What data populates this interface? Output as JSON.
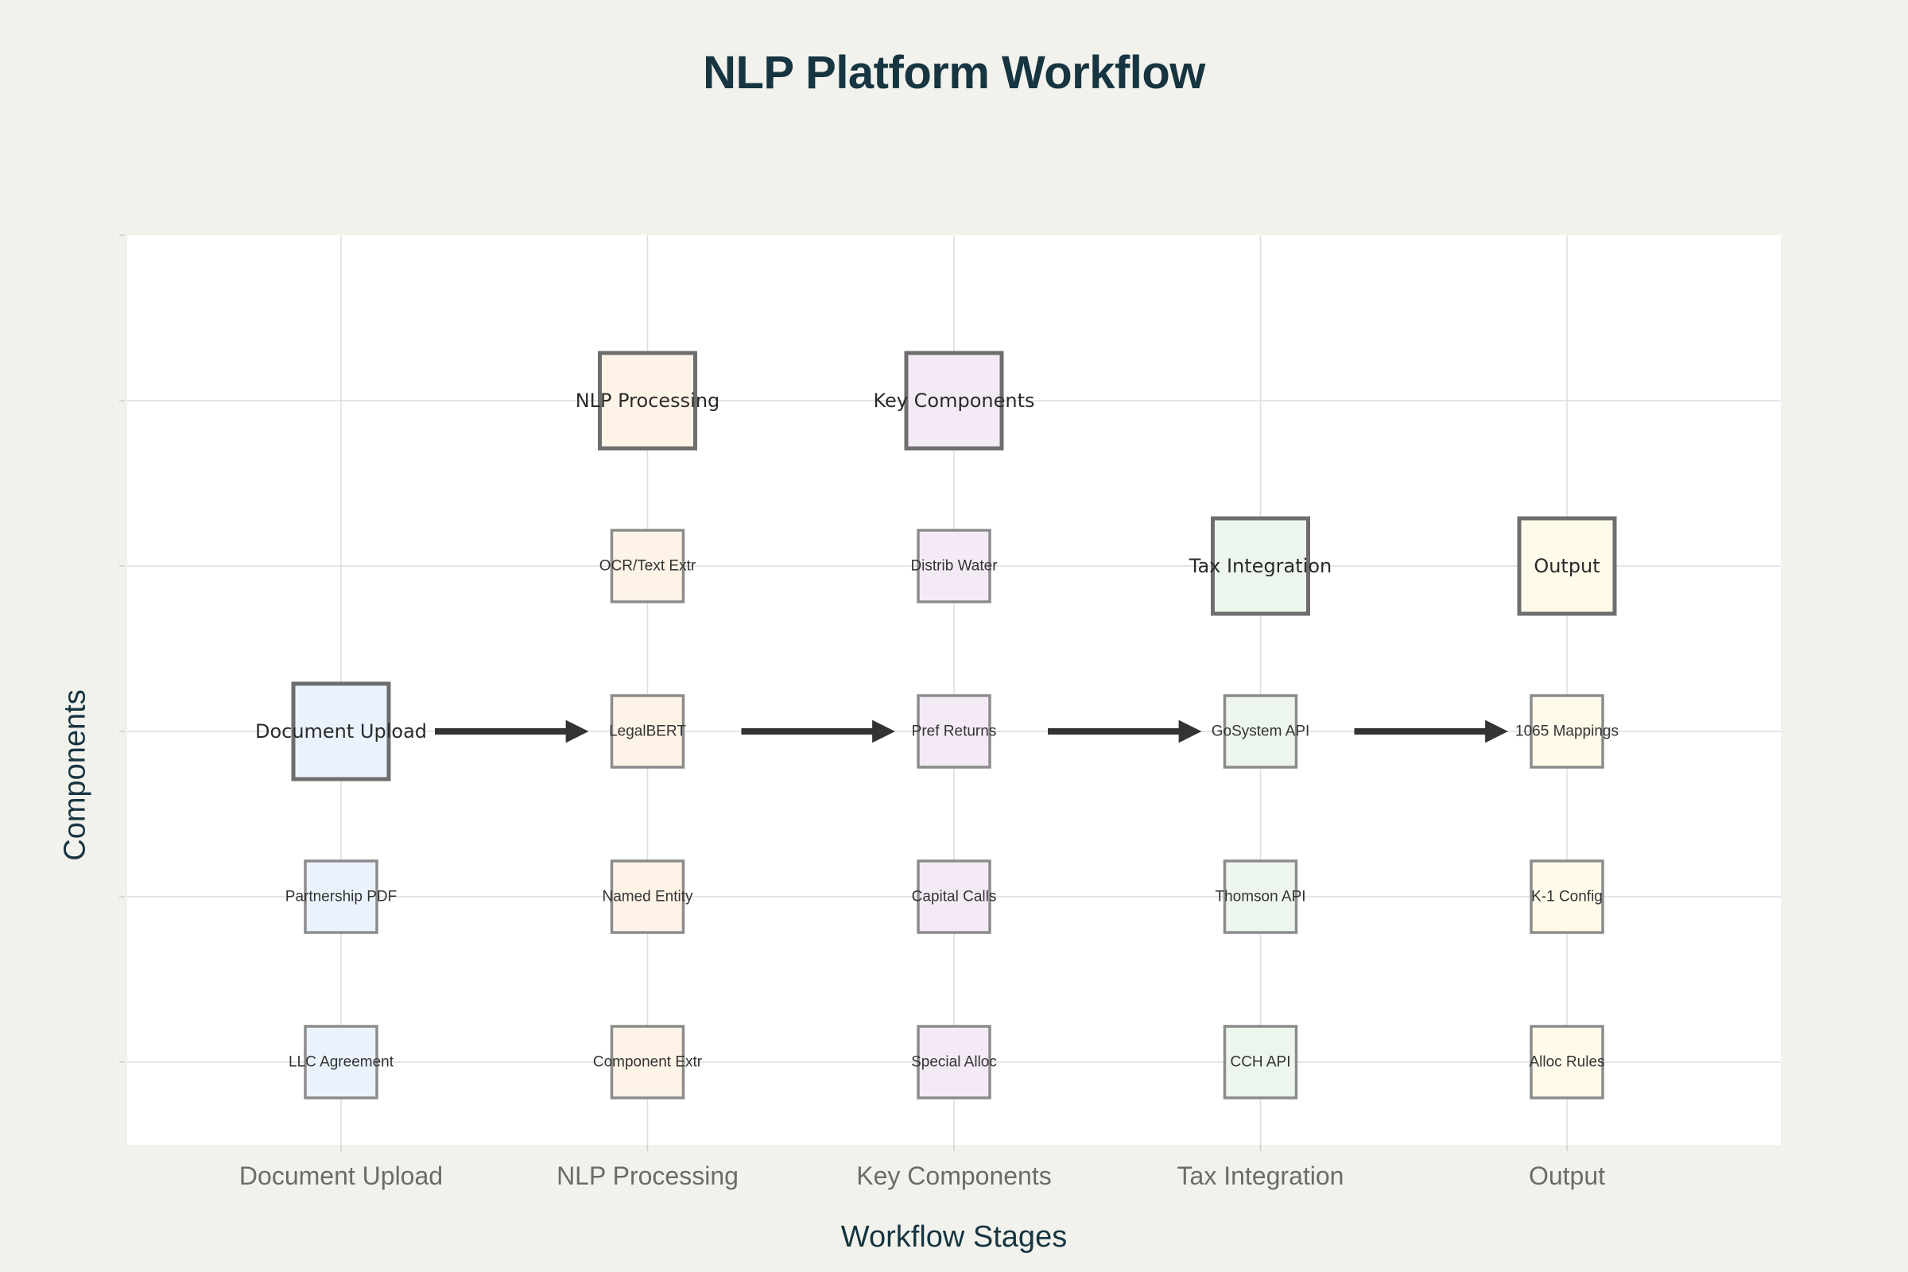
{
  "title": "NLP Platform Workflow",
  "x_axis_title": "Workflow Stages",
  "y_axis_title": "Components",
  "stages": [
    {
      "name": "Document Upload",
      "fill": "#eaf3fd",
      "components": [
        "Partnership PDF",
        "LLC Agreement"
      ]
    },
    {
      "name": "NLP Processing",
      "fill": "#fdf3e7",
      "components": [
        "OCR/Text Extr",
        "LegalBERT",
        "Named Entity",
        "Component Extr"
      ]
    },
    {
      "name": "Key Components",
      "fill": "#f4eaf6",
      "components": [
        "Distrib Water",
        "Pref Returns",
        "Capital Calls",
        "Special Alloc"
      ]
    },
    {
      "name": "Tax Integration",
      "fill": "#ecf6ec",
      "components": [
        "GoSystem API",
        "Thomson API",
        "CCH API"
      ]
    },
    {
      "name": "Output",
      "fill": "#fffaea",
      "components": [
        "1065 Mappings",
        "K-1 Config",
        "Alloc Rules"
      ]
    }
  ],
  "chart_data": {
    "type": "scatter",
    "title": "NLP Platform Workflow",
    "xlabel": "Workflow Stages",
    "ylabel": "Components",
    "categories": [
      "Document Upload",
      "NLP Processing",
      "Key Components",
      "Tax Integration",
      "Output"
    ],
    "grid": true,
    "nodes": [
      {
        "label": "Document Upload",
        "x": "Document Upload",
        "y": 3,
        "kind": "stage"
      },
      {
        "label": "Partnership PDF",
        "x": "Document Upload",
        "y": 2,
        "kind": "component"
      },
      {
        "label": "LLC Agreement",
        "x": "Document Upload",
        "y": 1,
        "kind": "component"
      },
      {
        "label": "NLP Processing",
        "x": "NLP Processing",
        "y": 5,
        "kind": "stage"
      },
      {
        "label": "OCR/Text Extr",
        "x": "NLP Processing",
        "y": 4,
        "kind": "component"
      },
      {
        "label": "LegalBERT",
        "x": "NLP Processing",
        "y": 3,
        "kind": "component"
      },
      {
        "label": "Named Entity",
        "x": "NLP Processing",
        "y": 2,
        "kind": "component"
      },
      {
        "label": "Component Extr",
        "x": "NLP Processing",
        "y": 1,
        "kind": "component"
      },
      {
        "label": "Key Components",
        "x": "Key Components",
        "y": 5,
        "kind": "stage"
      },
      {
        "label": "Distrib Water",
        "x": "Key Components",
        "y": 4,
        "kind": "component"
      },
      {
        "label": "Pref Returns",
        "x": "Key Components",
        "y": 3,
        "kind": "component"
      },
      {
        "label": "Capital Calls",
        "x": "Key Components",
        "y": 2,
        "kind": "component"
      },
      {
        "label": "Special Alloc",
        "x": "Key Components",
        "y": 1,
        "kind": "component"
      },
      {
        "label": "Tax Integration",
        "x": "Tax Integration",
        "y": 4,
        "kind": "stage"
      },
      {
        "label": "GoSystem API",
        "x": "Tax Integration",
        "y": 3,
        "kind": "component"
      },
      {
        "label": "Thomson API",
        "x": "Tax Integration",
        "y": 2,
        "kind": "component"
      },
      {
        "label": "CCH API",
        "x": "Tax Integration",
        "y": 1,
        "kind": "component"
      },
      {
        "label": "Output",
        "x": "Output",
        "y": 4,
        "kind": "stage"
      },
      {
        "label": "1065 Mappings",
        "x": "Output",
        "y": 3,
        "kind": "component"
      },
      {
        "label": "K-1 Config",
        "x": "Output",
        "y": 2,
        "kind": "component"
      },
      {
        "label": "Alloc Rules",
        "x": "Output",
        "y": 1,
        "kind": "component"
      }
    ],
    "arrows": [
      {
        "from": "Document Upload",
        "to": "NLP Processing",
        "y": 3
      },
      {
        "from": "NLP Processing",
        "to": "Key Components",
        "y": 3
      },
      {
        "from": "Key Components",
        "to": "Tax Integration",
        "y": 3
      },
      {
        "from": "Tax Integration",
        "to": "Output",
        "y": 3
      }
    ],
    "ylim": [
      0.5,
      6
    ]
  },
  "colors": {
    "title": "#163540",
    "arrow": "#333333",
    "stage_border": "#6e6e6e",
    "component_border": "#8c8c8c",
    "grid": "#dddddd"
  }
}
